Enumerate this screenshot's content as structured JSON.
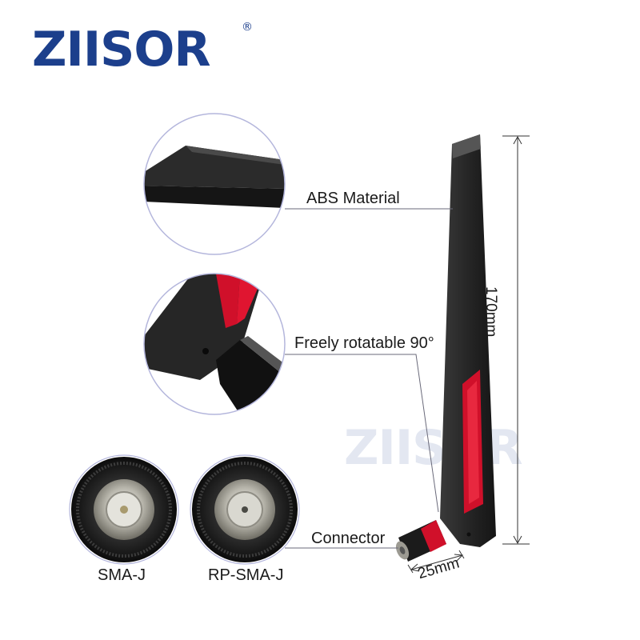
{
  "brand": {
    "name": "ZIISOR",
    "registered_mark": "®",
    "color": "#1c3f8c"
  },
  "watermark": {
    "text": "ZIISOR"
  },
  "callouts": {
    "material": "ABS Material",
    "rotation": "Freely rotatable 90°",
    "connector": "Connector"
  },
  "dimensions": {
    "height": "170mm",
    "base": "25mm"
  },
  "connector_types": {
    "left": "SMA-J",
    "right": "RP-SMA-J"
  },
  "colors": {
    "antenna_body": "#262626",
    "accent_red": "#d0102a",
    "circle_outline": "#b4b6dc"
  }
}
